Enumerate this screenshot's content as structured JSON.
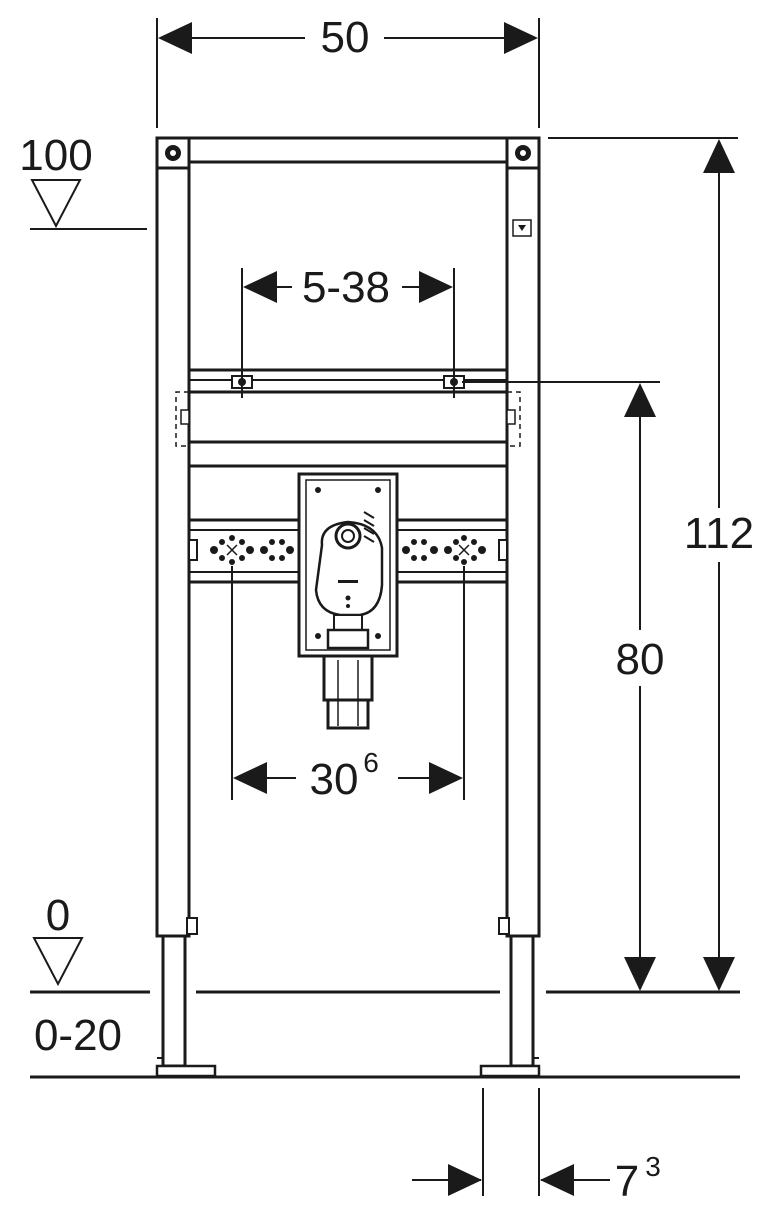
{
  "dimensions": {
    "width_total": "50",
    "rail_spacing": "5-38",
    "bracket_spacing_main": "30",
    "bracket_spacing_sup": "6",
    "total_height": "112",
    "rail_height": "80",
    "foot_width_main": "7",
    "foot_width_sup": "3"
  },
  "levels": {
    "top_level": "100",
    "floor_level": "0",
    "floor_range": "0-20"
  },
  "colors": {
    "line": "#1a1a1a",
    "background": "#ffffff"
  }
}
